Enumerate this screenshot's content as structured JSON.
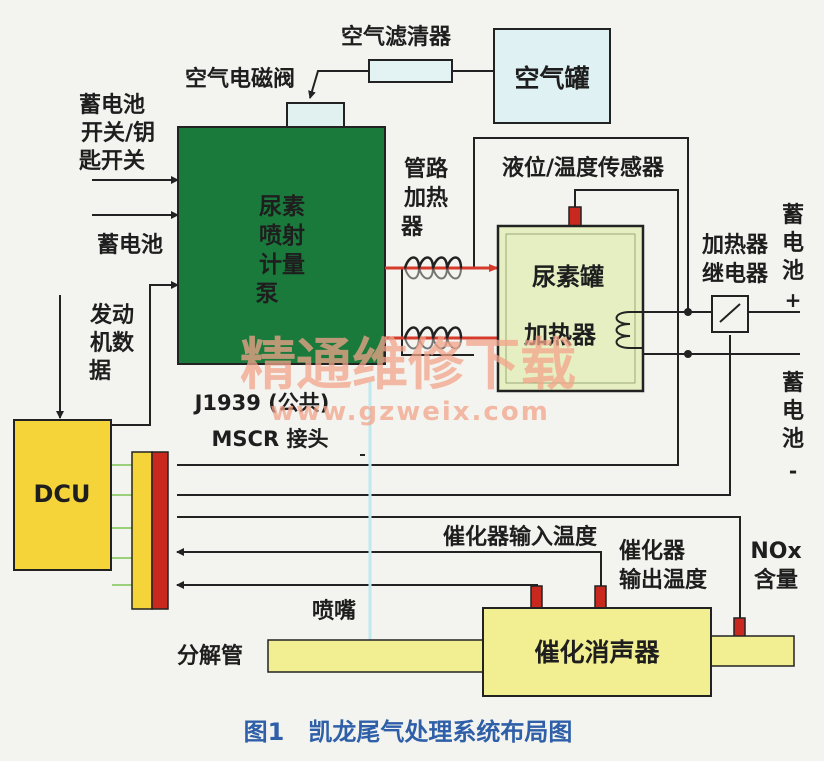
{
  "labels": {
    "air_filter": "空气滤清器",
    "air_tank": "空气罐",
    "air_solenoid": "空气电磁阀",
    "battery_switch": [
      "蓄电池",
      "开关/钥",
      "匙开关"
    ],
    "battery": "蓄电池",
    "engine_data": [
      "发动",
      "机数",
      "据"
    ],
    "pump": [
      "尿素",
      "喷射",
      "计量",
      "泵"
    ],
    "pipe_heater": [
      "管路",
      "加热",
      "器"
    ],
    "level_temp_sensor": "液位/温度传感器",
    "urea_tank": "尿素罐",
    "tank_heater": "加热器",
    "heater_relay": [
      "加热器",
      "继电器"
    ],
    "battery_pos": [
      "蓄",
      "电",
      "池",
      "+"
    ],
    "battery_neg": [
      "蓄",
      "电",
      "池",
      "-"
    ],
    "j1939": "J1939 (公共)",
    "mscr": "MSCR 接头",
    "dcu": "DCU",
    "cat_in_temp": "催化器输入温度",
    "cat_out_temp": [
      "催化器",
      "输出温度"
    ],
    "nox": [
      "NOx",
      "含量"
    ],
    "nozzle": "喷嘴",
    "decomp_tube": "分解管",
    "catalytic_muffler": "催化消声器"
  },
  "watermark": {
    "cn": "精通维修下载",
    "url": "www.gzweix.com"
  },
  "caption": "图1　凯龙尾气处理系统布局图",
  "colors": {
    "pump_green": "#1a7a3c",
    "dcu_yellow": "#f5d43a",
    "tank_fill": "#e6efc2",
    "air_tank_fill": "#dff1f3",
    "connector_red": "#c8281e",
    "heater_red": "#d63a2a",
    "caption_blue": "#2f5fa8",
    "watermark_red": "#f2a48a"
  }
}
